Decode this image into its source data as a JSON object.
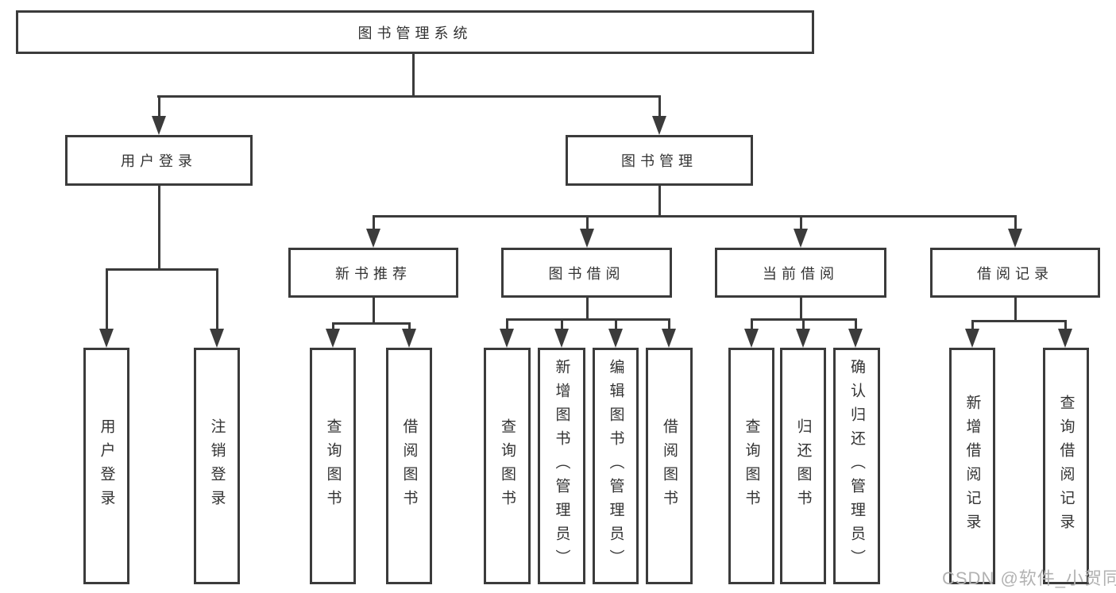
{
  "diagram": {
    "root": {
      "label": "图书管理系统"
    },
    "level2": {
      "user_login": {
        "label": "用户登录"
      },
      "book_management": {
        "label": "图书管理"
      }
    },
    "level3": {
      "new_book_recommend": {
        "label": "新书推荐"
      },
      "book_borrowing": {
        "label": "图书借阅"
      },
      "current_borrowing": {
        "label": "当前借阅"
      },
      "borrowing_records": {
        "label": "借阅记录"
      }
    },
    "leaves": {
      "user_login": {
        "label": "用户登录"
      },
      "logout_login": {
        "label": "注销登录"
      },
      "recommend_query_books": {
        "label": "查询图书"
      },
      "recommend_borrow_books": {
        "label": "借阅图书"
      },
      "borrowing_query_books": {
        "label": "查询图书"
      },
      "borrowing_add_books": {
        "label": "新增图书（管理员）"
      },
      "borrowing_edit_books": {
        "label": "编辑图书（管理员）"
      },
      "borrowing_borrow_books": {
        "label": "借阅图书"
      },
      "current_query_books": {
        "label": "查询图书"
      },
      "current_return_books": {
        "label": "归还图书"
      },
      "current_confirm_return": {
        "label": "确认归还（管理员）"
      },
      "records_add_record": {
        "label": "新增借阅记录"
      },
      "records_query_record": {
        "label": "查询借阅记录"
      }
    },
    "watermark": "CSDN @软件_小贺同学"
  },
  "colors": {
    "line": "#3b3b3b",
    "text": "#333333",
    "watermark": "#b2b2b2",
    "background": "#ffffff"
  }
}
